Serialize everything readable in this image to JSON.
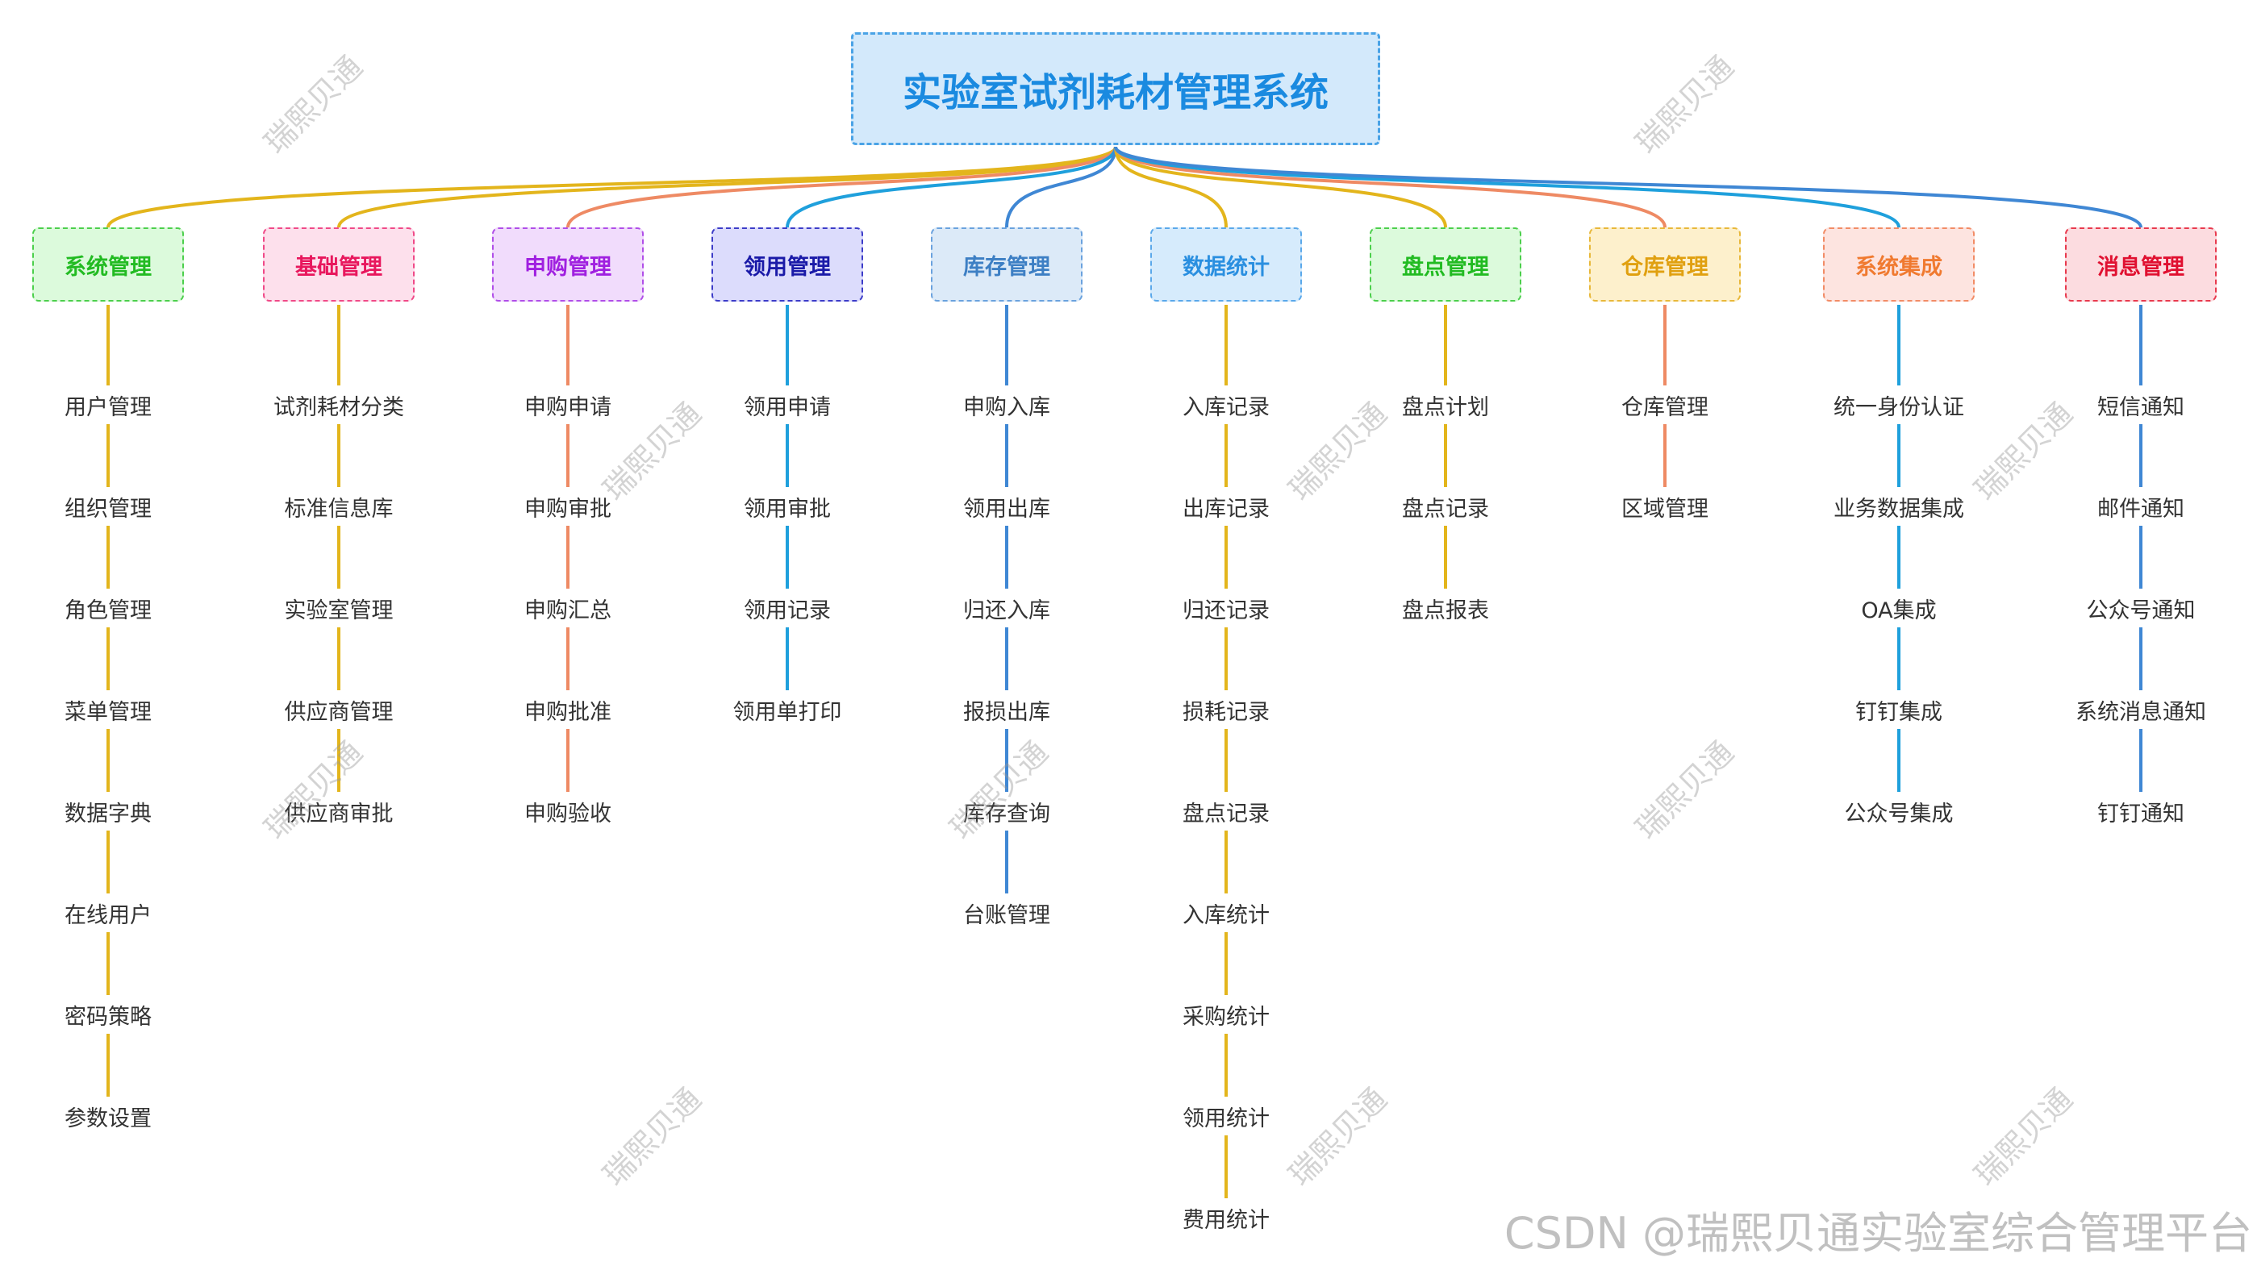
{
  "root": {
    "title": "实验室试剂耗材管理系统"
  },
  "branches": [
    {
      "title": "系统管理",
      "color": "#e3b51c",
      "text_color": "#22bb22",
      "fill": "#dcfadc",
      "border": "#4ccf4c",
      "items": [
        "用户管理",
        "组织管理",
        "角色管理",
        "菜单管理",
        "数据字典",
        "在线用户",
        "密码策略",
        "参数设置"
      ]
    },
    {
      "title": "基础管理",
      "color": "#e3b51c",
      "text_color": "#e8175d",
      "fill": "#fde0ec",
      "border": "#f04a88",
      "items": [
        "试剂耗材分类",
        "标准信息库",
        "实验室管理",
        "供应商管理",
        "供应商审批"
      ]
    },
    {
      "title": "申购管理",
      "color": "#ee8a64",
      "text_color": "#a020e0",
      "fill": "#f1dcfc",
      "border": "#b04ee8",
      "items": [
        "申购申请",
        "申购审批",
        "申购汇总",
        "申购批准",
        "申购验收"
      ]
    },
    {
      "title": "领用管理",
      "color": "#1fa0dc",
      "text_color": "#1a1aa8",
      "fill": "#dcdcfc",
      "border": "#3c3cc8",
      "items": [
        "领用申请",
        "领用审批",
        "领用记录",
        "领用单打印"
      ]
    },
    {
      "title": "库存管理",
      "color": "#3f87d4",
      "text_color": "#3d7fc4",
      "fill": "#dceaf8",
      "border": "#6aa2de",
      "items": [
        "申购入库",
        "领用出库",
        "归还入库",
        "报损出库",
        "库存查询",
        "台账管理"
      ]
    },
    {
      "title": "数据统计",
      "color": "#e3b51c",
      "text_color": "#2a8fe0",
      "fill": "#d6ebfc",
      "border": "#5aa8ea",
      "items": [
        "入库记录",
        "出库记录",
        "归还记录",
        "损耗记录",
        "盘点记录",
        "入库统计",
        "采购统计",
        "领用统计",
        "费用统计"
      ]
    },
    {
      "title": "盘点管理",
      "color": "#e3b51c",
      "text_color": "#22bb22",
      "fill": "#dcfadc",
      "border": "#4ccf4c",
      "items": [
        "盘点计划",
        "盘点记录",
        "盘点报表"
      ]
    },
    {
      "title": "仓库管理",
      "color": "#ee8a64",
      "text_color": "#e0a010",
      "fill": "#fdf0cc",
      "border": "#e8b83a",
      "items": [
        "仓库管理",
        "区域管理"
      ]
    },
    {
      "title": "系统集成",
      "color": "#1fa0dc",
      "text_color": "#f07a30",
      "fill": "#fde4e0",
      "border": "#f28c66",
      "items": [
        "统一身份认证",
        "业务数据集成",
        "OA集成",
        "钉钉集成",
        "公众号集成"
      ]
    },
    {
      "title": "消息管理",
      "color": "#3f87d4",
      "text_color": "#e01030",
      "fill": "#fcdce0",
      "border": "#e83a4e",
      "items": [
        "短信通知",
        "邮件通知",
        "公众号通知",
        "系统消息通知",
        "钉钉通知"
      ]
    }
  ],
  "watermark": {
    "text": "瑞熙贝通"
  },
  "footer": {
    "text": "CSDN @瑞熙贝通实验室综合管理平台"
  }
}
